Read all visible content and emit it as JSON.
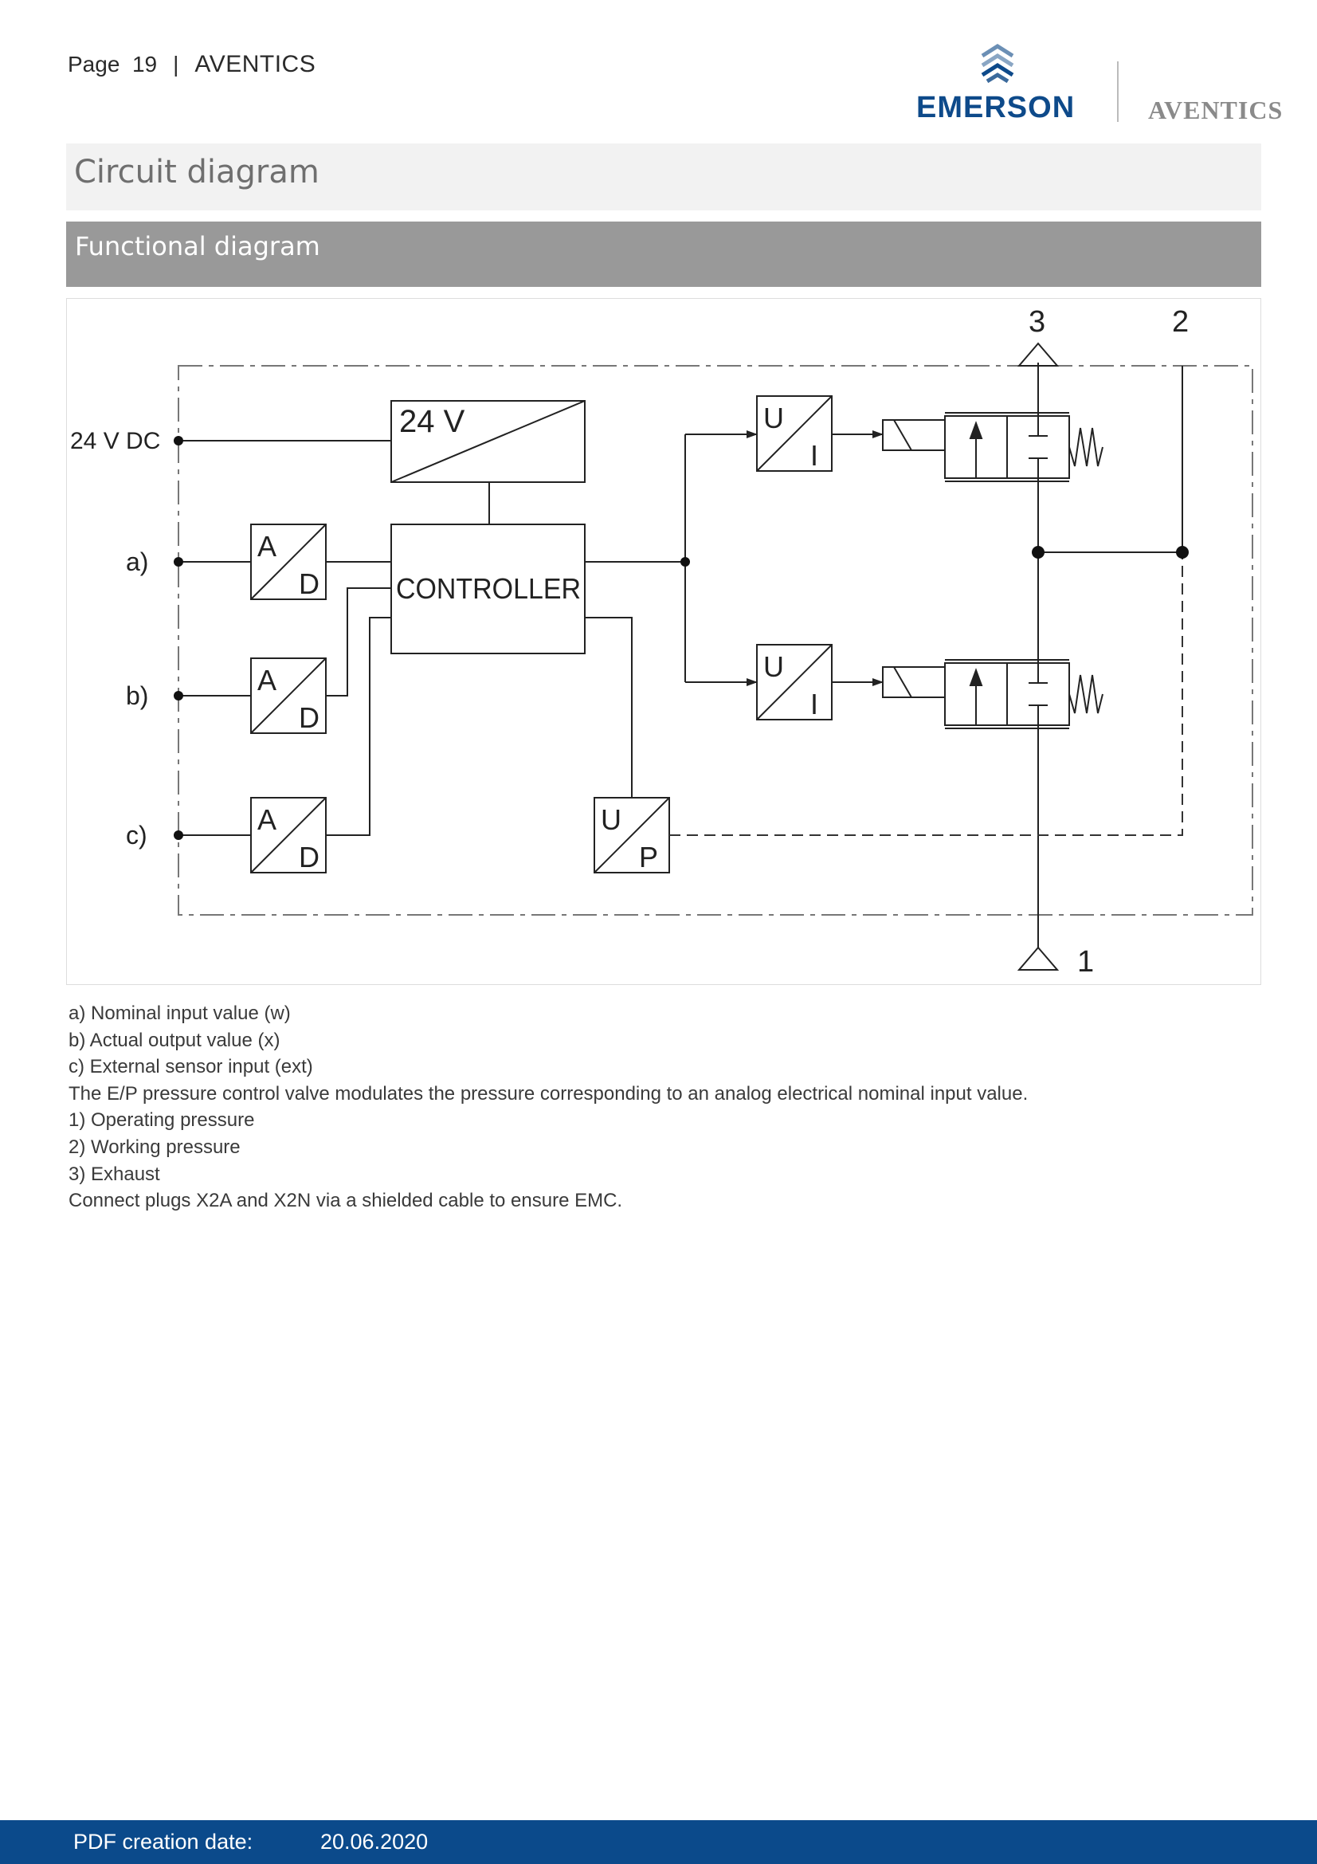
{
  "header": {
    "page_label": "Page",
    "page_number": "19",
    "separator": "|",
    "brand": "AVENTICS"
  },
  "logo": {
    "company": "EMERSON",
    "product_brand": "AVENTICS",
    "icon": "emerson-diamond-icon",
    "accent_color": "#0e4a8a"
  },
  "section_title": "Circuit diagram",
  "subsection_title": "Functional diagram",
  "diagram": {
    "supply_label": "24 V DC",
    "power_box_label": "24 V",
    "controller_label": "CONTROLLER",
    "inputs": [
      {
        "label": "a)",
        "converter_top": "A",
        "converter_bottom": "D"
      },
      {
        "label": "b)",
        "converter_top": "A",
        "converter_bottom": "D"
      },
      {
        "label": "c)",
        "converter_top": "A",
        "converter_bottom": "D"
      }
    ],
    "ui_converters": [
      {
        "top": "U",
        "bottom": "I"
      },
      {
        "top": "U",
        "bottom": "I"
      }
    ],
    "sensor_converter": {
      "top": "U",
      "bottom": "P"
    },
    "ports": {
      "exhaust": "3",
      "working": "2",
      "operating": "1"
    }
  },
  "legend": [
    "a) Nominal input value (w)",
    "b) Actual output value (x)",
    "c) External sensor input (ext)",
    "The E/P pressure control valve modulates the pressure corresponding to an analog electrical nominal input value.",
    "1) Operating pressure",
    "2) Working pressure",
    "3) Exhaust",
    "Connect plugs X2A and X2N via a shielded cable to ensure EMC."
  ],
  "footer": {
    "label": "PDF creation date:",
    "date": "20.06.2020",
    "color": "#0b4a8b"
  }
}
